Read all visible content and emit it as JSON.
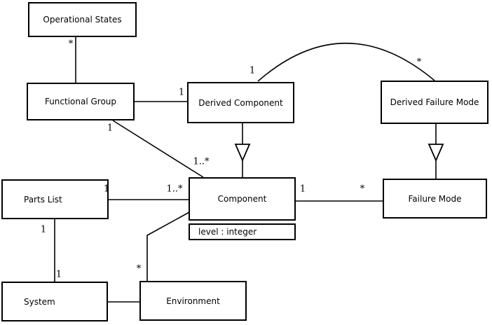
{
  "diagram": {
    "type": "uml-class-diagram",
    "colors": {
      "line": "#000000",
      "box_fill": "#ffffff",
      "background": "#ffffff",
      "text": "#000000"
    },
    "classes": {
      "operational_states": "Operational States",
      "functional_group": "Functional Group",
      "derived_component": "Derived Component",
      "derived_failure_mode": "Derived Failure Mode",
      "component": "Component",
      "component_attribute": "level : integer",
      "failure_mode": "Failure Mode",
      "parts_list": "Parts List",
      "system": "System",
      "environment": "Environment"
    },
    "multiplicities": {
      "operational_states_functional_group": "*",
      "functional_group_derived_component": "1",
      "functional_group_component_fg_end": "1",
      "functional_group_component_comp_end": "1..*",
      "derived_component_arc_end": "1",
      "derived_failure_mode_arc_end": "*",
      "parts_list_component_pl_end": "1",
      "parts_list_component_comp_end": "1..*",
      "component_failure_mode_comp_end": "1",
      "component_failure_mode_fm_end": "*",
      "parts_list_system_pl_end": "1",
      "parts_list_system_sys_end": "1",
      "environment_component_env_end": "*"
    },
    "associations": [
      {
        "from": "operational_states",
        "to": "functional_group"
      },
      {
        "from": "functional_group",
        "to": "derived_component"
      },
      {
        "from": "functional_group",
        "to": "component"
      },
      {
        "from": "derived_component",
        "to": "derived_failure_mode"
      },
      {
        "from": "derived_component",
        "to": "component",
        "kind": "generalization"
      },
      {
        "from": "derived_failure_mode",
        "to": "failure_mode",
        "kind": "generalization"
      },
      {
        "from": "parts_list",
        "to": "component"
      },
      {
        "from": "component",
        "to": "failure_mode"
      },
      {
        "from": "parts_list",
        "to": "system"
      },
      {
        "from": "environment",
        "to": "component"
      },
      {
        "from": "system",
        "to": "environment"
      }
    ]
  }
}
